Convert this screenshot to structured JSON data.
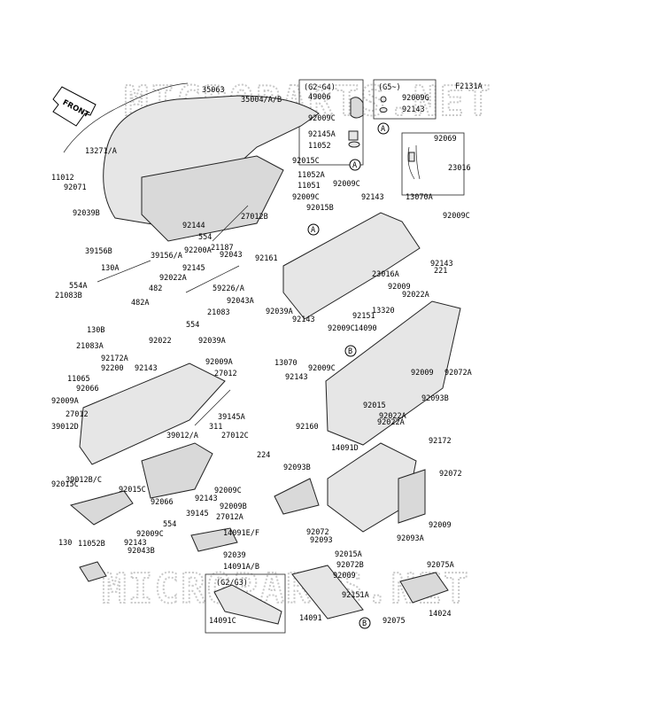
{
  "diagram": {
    "code": "F2131A",
    "front_label": "FRONT",
    "watermark": "MICROPARTS.NET",
    "panels": {
      "g2_g4": "(G2~G4)",
      "g5": "(G5~)",
      "g2_g3": "(G2/G3)"
    },
    "callouts": {
      "a": "A",
      "b": "B"
    },
    "labels": [
      "35063",
      "35004/A/B",
      "13271/A",
      "11012",
      "92071",
      "92039B",
      "39156B",
      "39156/A",
      "92200A",
      "92144",
      "554",
      "27012B",
      "92043",
      "21187",
      "92161",
      "130A",
      "92145",
      "554A",
      "482",
      "92022A",
      "21083B",
      "482A",
      "59226/A",
      "21083",
      "92043A",
      "554",
      "130B",
      "92022",
      "92039A",
      "21083A",
      "92172A",
      "92200",
      "92143",
      "92009A",
      "11065",
      "27012",
      "92066",
      "92009A",
      "27012",
      "39012D",
      "39145A",
      "311",
      "39012/A",
      "27012C",
      "224",
      "39012B/C",
      "92015C",
      "92015C",
      "92066",
      "92009C",
      "92143",
      "92009B",
      "39145",
      "27012A",
      "554",
      "92009C",
      "14091E/F",
      "92143",
      "92043B",
      "92039",
      "130",
      "11052B",
      "14091A/B",
      "49006",
      "92009C",
      "92145A",
      "11052",
      "92009G",
      "92143",
      "92069",
      "23016",
      "92015C",
      "11052A",
      "11051",
      "92009C",
      "92009C",
      "92143",
      "92015B",
      "13070A",
      "92009C",
      "92143",
      "221",
      "23016A",
      "92009",
      "92022A",
      "13320",
      "92151",
      "92143",
      "92009C",
      "14090",
      "92039A",
      "13070",
      "92143",
      "92009C",
      "92009",
      "92072A",
      "92093B",
      "92015",
      "92022A",
      "92022A",
      "92160",
      "92172",
      "92072",
      "14091D",
      "92093B",
      "92072",
      "92093",
      "92009",
      "92093A",
      "92015A",
      "92072B",
      "92075A",
      "92009",
      "92151A",
      "14024",
      "92075",
      "14091",
      "14091C"
    ]
  }
}
